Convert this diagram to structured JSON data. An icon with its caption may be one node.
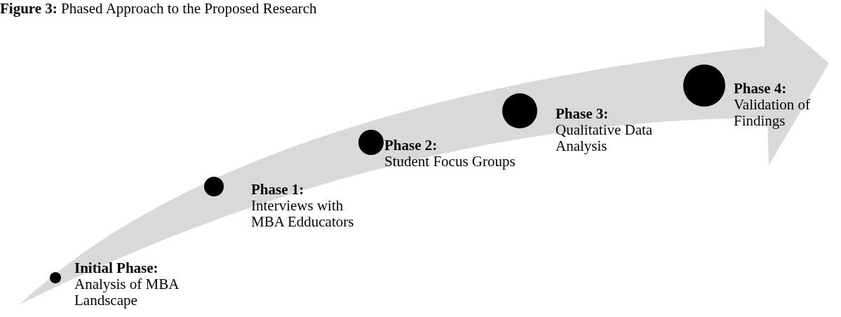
{
  "diagram": {
    "title": "**Figure 3:** Phased Approach to the Proposed Research",
    "nodes": [
      {
        "text": [
          "Initial Phase:",
          "Analysis of MBA Landscape"
        ]
      },
      {
        "text": [
          "Phase 1:",
          "Interviews with MBA Edducators"
        ]
      },
      {
        "text": [
          "Phase 2:",
          "Student Focus Groups"
        ]
      },
      {
        "text": [
          "Phase 3:",
          "Qualitative Data Analysis"
        ]
      },
      {
        "text": [
          "Phase 4:",
          "Validation of Findings"
        ]
      }
    ]
  }
}
